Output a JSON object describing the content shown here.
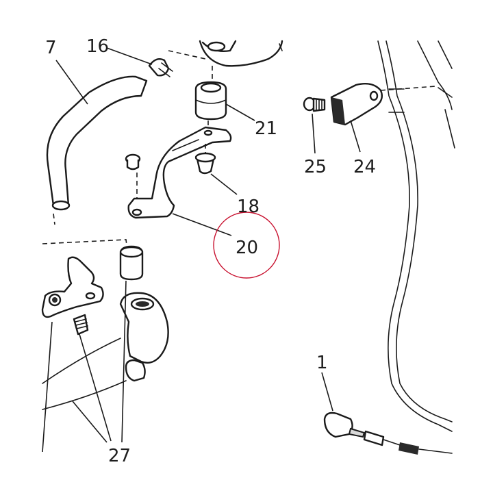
{
  "callouts": {
    "c7": "7",
    "c16": "16",
    "c21": "21",
    "c25": "25",
    "c24": "24",
    "c18": "18",
    "c20": "20",
    "c1": "1",
    "c27": "27"
  },
  "highlight_color": "#c8102e"
}
